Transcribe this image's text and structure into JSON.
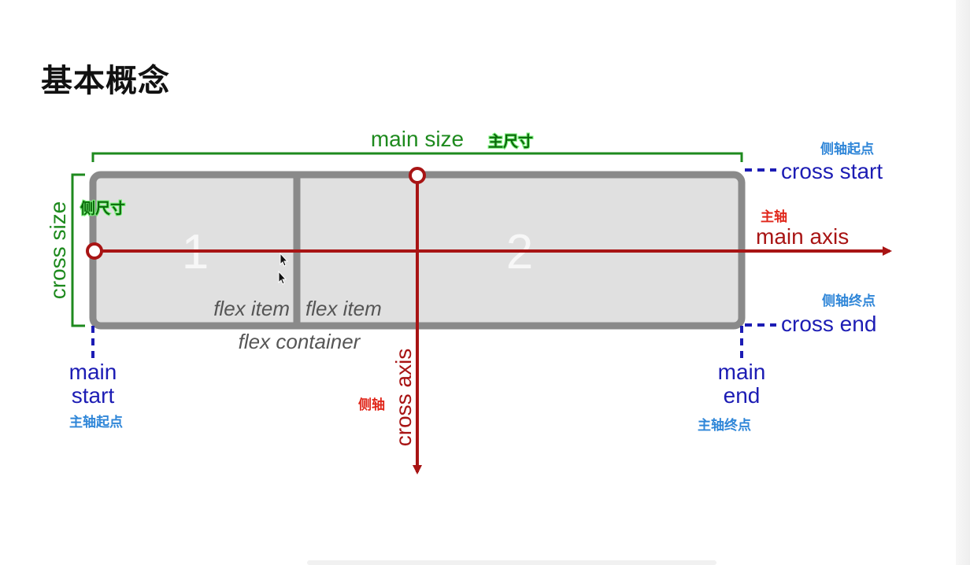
{
  "page": {
    "heading": "基本概念"
  },
  "diagram": {
    "main_size": {
      "label": "main size",
      "tag": "主尺寸"
    },
    "cross_size": {
      "label": "cross size",
      "tag": "侧尺寸"
    },
    "cross_start": {
      "label": "cross start",
      "tag": "侧轴起点"
    },
    "cross_end": {
      "label": "cross end",
      "tag": "侧轴终点"
    },
    "main_axis": {
      "label": "main axis",
      "tag": "主轴"
    },
    "cross_axis": {
      "label": "cross axis",
      "tag": "侧轴"
    },
    "main_start": {
      "line1": "main",
      "line2": "start",
      "tag": "主轴起点"
    },
    "main_end": {
      "line1": "main",
      "line2": "end",
      "tag": "主轴终点"
    },
    "items": [
      {
        "number": "1",
        "label": "flex item"
      },
      {
        "number": "2",
        "label": "flex item"
      }
    ],
    "container_label": "flex container",
    "icons": [
      "cursor-arrow-icon",
      "cursor-arrow-icon"
    ],
    "colors": {
      "green": "#1e8a1e",
      "blue": "#1c1cb4",
      "red": "#a81414",
      "container_border": "#8a8a8a",
      "item_fill": "#e0e0e0"
    }
  }
}
